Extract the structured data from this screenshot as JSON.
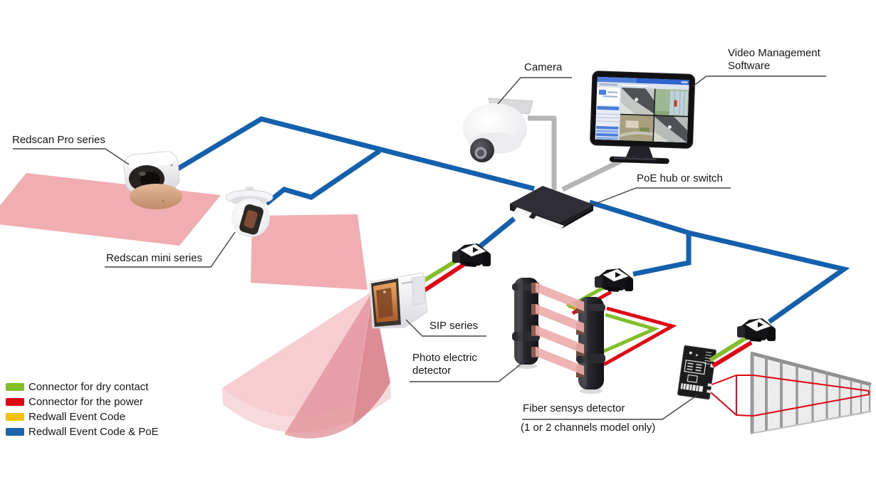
{
  "devices": {
    "redscan_pro": {
      "label": "Redscan Pro series"
    },
    "redscan_mini": {
      "label": "Redscan mini series"
    },
    "camera": {
      "label": "Camera"
    },
    "vms": {
      "label_line1": "Video Management",
      "label_line2": "Software"
    },
    "poe_hub": {
      "label": "PoE hub or switch"
    },
    "sip": {
      "label": "SIP series"
    },
    "photo_electric": {
      "label_line1": "Photo electric",
      "label_line2": "detector"
    },
    "fiber_sensys": {
      "label_line1": "Fiber sensys detector",
      "label_line2": "(1 or 2 channels model only)"
    }
  },
  "legend": {
    "items": [
      {
        "label": "Connector for dry contact",
        "color": "#82BE28"
      },
      {
        "label": "Connector for the power",
        "color": "#E00613"
      },
      {
        "label": "Redwall Event Code",
        "color": "#F6C100"
      },
      {
        "label": "Redwall Event Code & PoE",
        "color": "#1C66AE"
      }
    ]
  },
  "colors": {
    "cable_dry_contact": "#82BE28",
    "cable_power": "#E00613",
    "cable_event_code": "#F6C100",
    "cable_event_code_poe": "#1460AC",
    "cable_video": "#B5B5B5",
    "detection_zone_pink": "#F1AEB2",
    "leader_line": "#444444"
  }
}
